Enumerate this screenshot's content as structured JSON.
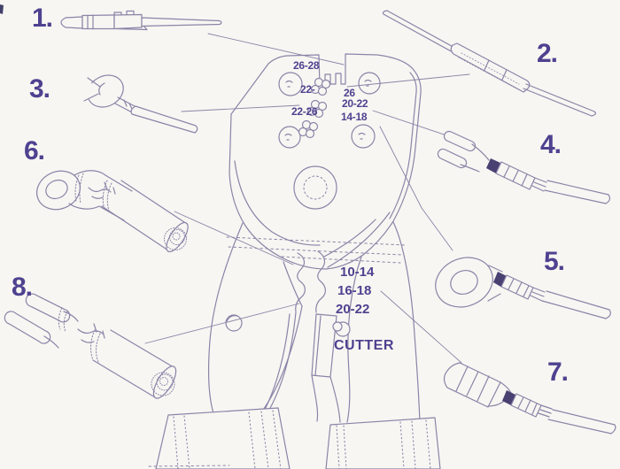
{
  "diagram": {
    "colors": {
      "background": "#f8f6f2",
      "line": "#8a84a8",
      "label_text": "#4e4290",
      "dark_fill": "#4a4173"
    },
    "part_numbers": [
      {
        "label": "1."
      },
      {
        "label": "2."
      },
      {
        "label": "3."
      },
      {
        "label": "4."
      },
      {
        "label": "5."
      },
      {
        "label": "6."
      },
      {
        "label": "7."
      },
      {
        "label": "8."
      }
    ],
    "head_die_labels": [
      {
        "label": "26-28"
      },
      {
        "label": "22-"
      },
      {
        "label": "26"
      },
      {
        "label": "20-22"
      },
      {
        "label": "22-26"
      },
      {
        "label": "14-18"
      }
    ],
    "handle_nest_labels": [
      {
        "label": "10-14"
      },
      {
        "label": "16-18"
      },
      {
        "label": "20-22"
      }
    ],
    "cutter_label": "CUTTER"
  }
}
